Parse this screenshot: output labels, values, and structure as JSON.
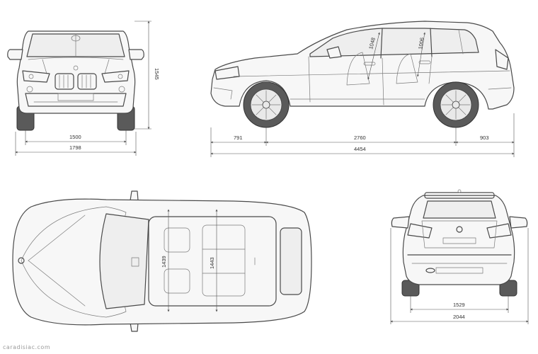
{
  "dimensions": {
    "front_height": "1545",
    "front_track": "1500",
    "overall_width": "1798",
    "front_overhang": "791",
    "wheelbase": "2760",
    "rear_overhang": "903",
    "overall_length": "4454",
    "front_headroom": "1048",
    "rear_headroom": "1006",
    "front_shoulder_width": "1439",
    "rear_shoulder_width": "1443",
    "rear_track": "1529",
    "width_with_mirrors": "2044"
  },
  "watermark": "caradisiac.com"
}
